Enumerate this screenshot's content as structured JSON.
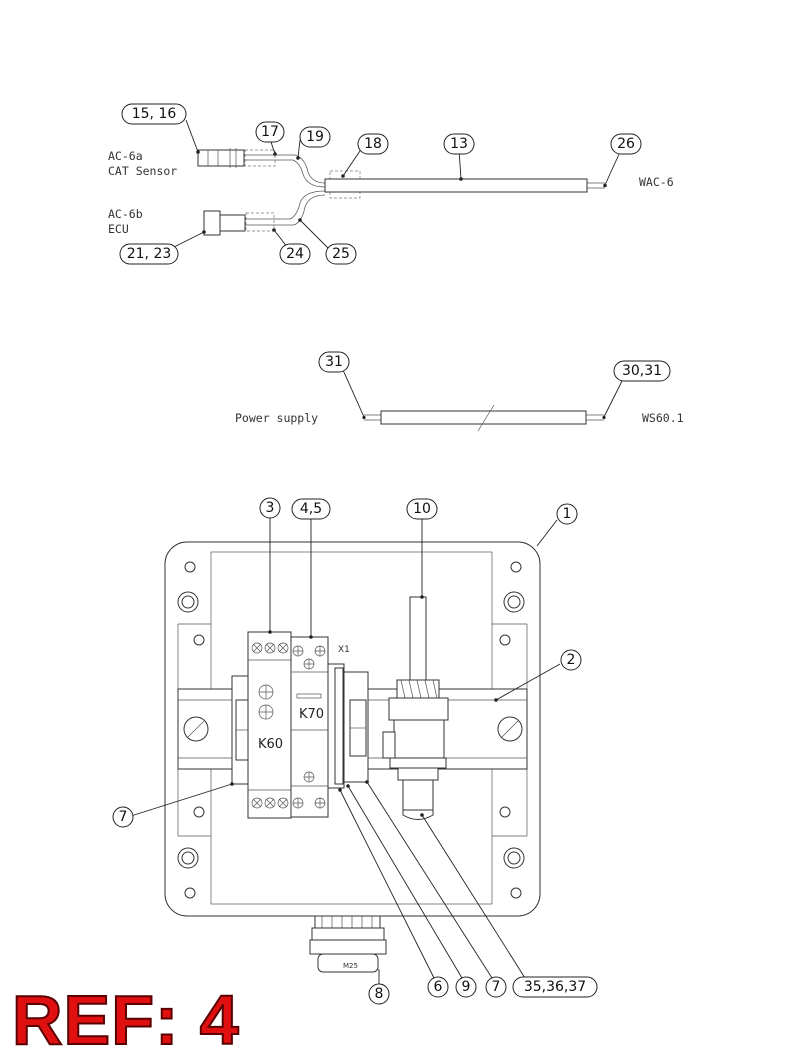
{
  "texts": {
    "ac6a_label": "AC-6a",
    "cat_sensor": "CAT Sensor",
    "ac6b_label": "AC-6b",
    "ecu": "ECU",
    "wac6": "WAC-6",
    "power_supply": "Power supply",
    "ws601": "WS60.1",
    "x1": "X1",
    "k60": "K60",
    "k70": "K70",
    "m25": "M25"
  },
  "callouts": {
    "c15_16": "15, 16",
    "c17": "17",
    "c19": "19",
    "c18": "18",
    "c13": "13",
    "c26": "26",
    "c21_23": "21, 23",
    "c24": "24",
    "c25": "25",
    "c31": "31",
    "c30_31": "30,31",
    "c3": "3",
    "c4_5": "4,5",
    "c10": "10",
    "c1": "1",
    "c2": "2",
    "c7a": "7",
    "c8": "8",
    "c6": "6",
    "c9": "9",
    "c7b": "7",
    "c35_37": "35,36,37"
  },
  "ref_label": "REF: 4",
  "colors": {
    "line": "#222222",
    "ref": "#e01010"
  }
}
